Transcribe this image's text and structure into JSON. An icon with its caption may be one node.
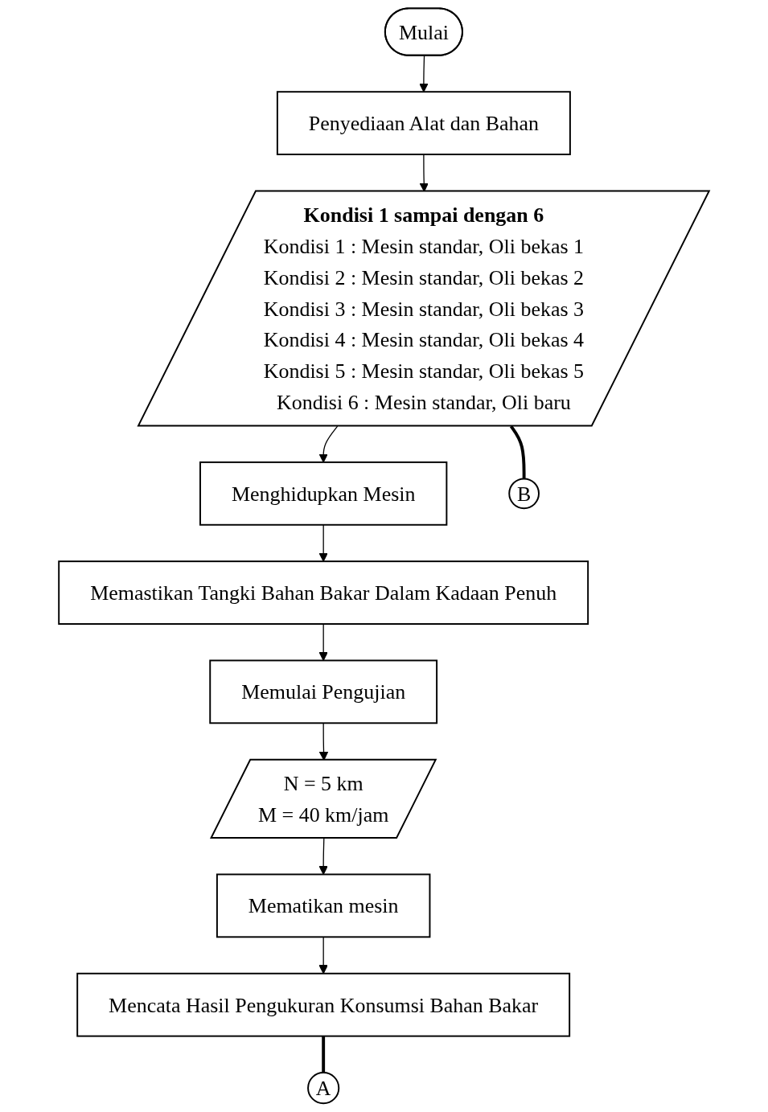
{
  "diagram": {
    "nodes": [
      {
        "text": [
          "Mulai"
        ]
      },
      {
        "text": [
          "Penyediaan Alat dan Bahan"
        ]
      },
      {
        "text": [
          "Kondisi 1 sampai dengan 6",
          "Kondisi 1 : Mesin standar, Oli bekas 1",
          "Kondisi 2 : Mesin standar, Oli bekas 2",
          "Kondisi 3 : Mesin standar, Oli bekas 3",
          "Kondisi 4 : Mesin standar, Oli bekas 4",
          "Kondisi 5 : Mesin standar, Oli bekas 5",
          "Kondisi 6 : Mesin standar, Oli baru"
        ]
      },
      {
        "text": [
          "Menghidupkan Mesin"
        ]
      },
      {
        "text": [
          "Memastikan Tangki Bahan Bakar Dalam Kadaan Penuh"
        ]
      },
      {
        "text": [
          "Memulai Pengujian"
        ]
      },
      {
        "text": [
          "N = 5 km",
          "M = 40 km/jam"
        ]
      },
      {
        "text": [
          "Mematikan mesin"
        ]
      },
      {
        "text": [
          "Mencata Hasil Pengukuran Konsumsi Bahan Bakar"
        ]
      },
      {
        "text": [
          "A"
        ]
      },
      {
        "text": [
          "B"
        ]
      }
    ],
    "edges": [
      {
        "from": 0,
        "to": 1,
        "arrow": "to"
      },
      {
        "from": 1,
        "to": 2,
        "arrow": "to"
      },
      {
        "from": 2,
        "to": 3,
        "arrow": "to"
      },
      {
        "from": 3,
        "to": 4,
        "arrow": "to"
      },
      {
        "from": 4,
        "to": 5,
        "arrow": "to"
      },
      {
        "from": 5,
        "to": 6,
        "arrow": "to"
      },
      {
        "from": 6,
        "to": 7,
        "arrow": "to"
      },
      {
        "from": 7,
        "to": 8,
        "arrow": "to"
      },
      {
        "from": 8,
        "to": 9,
        "arrow": "none",
        "style": "thick"
      },
      {
        "from": 2,
        "to": 10,
        "arrow": "none",
        "style": "thick"
      }
    ]
  }
}
